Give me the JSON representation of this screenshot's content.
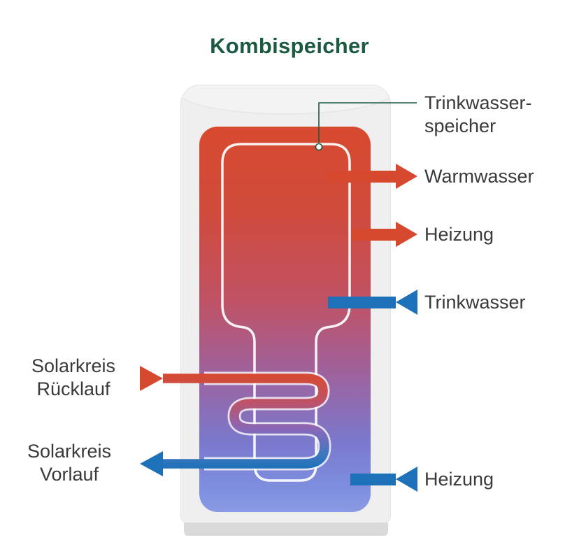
{
  "title": "Kombispeicher",
  "colors": {
    "title_green": "#1b5a41",
    "hot_red": "#d7492f",
    "cold_blue": "#1d71b8",
    "tank_shell_gray": "#efeff0",
    "tank_base_gray": "#dadadb",
    "gradient_top": "#d74a2f",
    "gradient_bottom": "#8a9ae4",
    "label_text": "#3a3a3a"
  },
  "inner_vessel": {
    "label_line1": "Trinkwasser-",
    "label_line2": "speicher"
  },
  "ports": {
    "warmwasser": {
      "label": "Warmwasser",
      "flow": "out",
      "temperature": "hot"
    },
    "heizung_top": {
      "label": "Heizung",
      "flow": "out",
      "temperature": "hot"
    },
    "trinkwasser": {
      "label": "Trinkwasser",
      "flow": "in",
      "temperature": "cold"
    },
    "heizung_bottom": {
      "label": "Heizung",
      "flow": "in",
      "temperature": "cold"
    },
    "solar_ruecklauf": {
      "label_line1": "Solarkreis",
      "label_line2": "Rücklauf",
      "flow": "in",
      "temperature": "hot"
    },
    "solar_vorlauf": {
      "label_line1": "Solarkreis",
      "label_line2": "Vorlauf",
      "flow": "out",
      "temperature": "cold"
    }
  }
}
